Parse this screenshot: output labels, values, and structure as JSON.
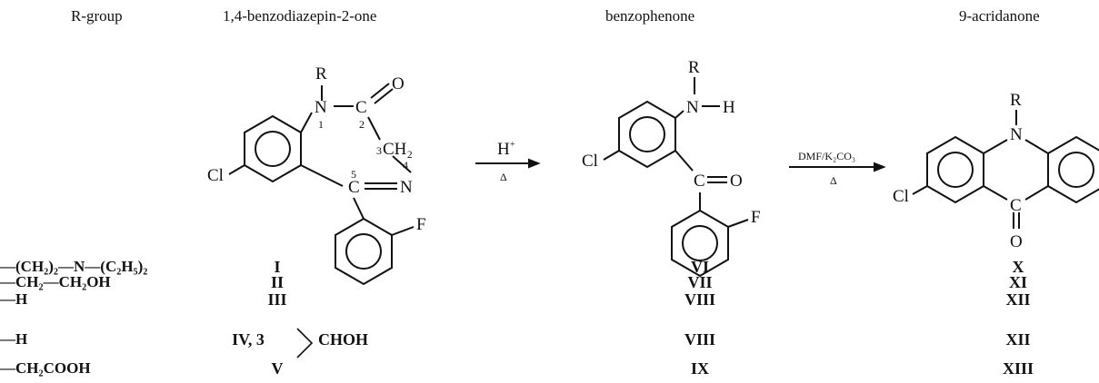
{
  "headers": {
    "rgroup": "R-group",
    "benzodiazepine": "1,4-benzodiazepin-2-one",
    "benzophenone": "benzophenone",
    "acridanone": "9-acridanone"
  },
  "reagents": {
    "step1_top": "H",
    "step1_top_sup": "+",
    "step1_bottom": "Δ",
    "step2_top": "DMF/K₂CO₃",
    "step2_bottom": "Δ"
  },
  "atoms": {
    "R": "R",
    "N": "N",
    "C": "C",
    "O": "O",
    "Cl": "Cl",
    "F": "F",
    "H": "H",
    "CH2": "CH₂",
    "pos1": "1",
    "pos2": "2",
    "pos3": "3",
    "pos4": "4",
    "pos5": "5"
  },
  "rows": [
    {
      "r": "—(CH₂)₂—N—(C₂H₅)₂",
      "bzd": "I",
      "bp": "VI",
      "acr": "X"
    },
    {
      "r": "—CH₂—CH₂OH",
      "bzd": "II",
      "bp": "VII",
      "acr": "XI"
    },
    {
      "r": "—H",
      "bzd": "III",
      "bp": "VIII",
      "acr": "XII"
    },
    {
      "r": "—H",
      "bzd": "IV, 3",
      "bzd_suffix": "CHOH",
      "bp": "VIII",
      "acr": "XII"
    },
    {
      "r": "—CH₂COOH",
      "bzd": "V",
      "bp": "IX",
      "acr": "XIII"
    }
  ]
}
